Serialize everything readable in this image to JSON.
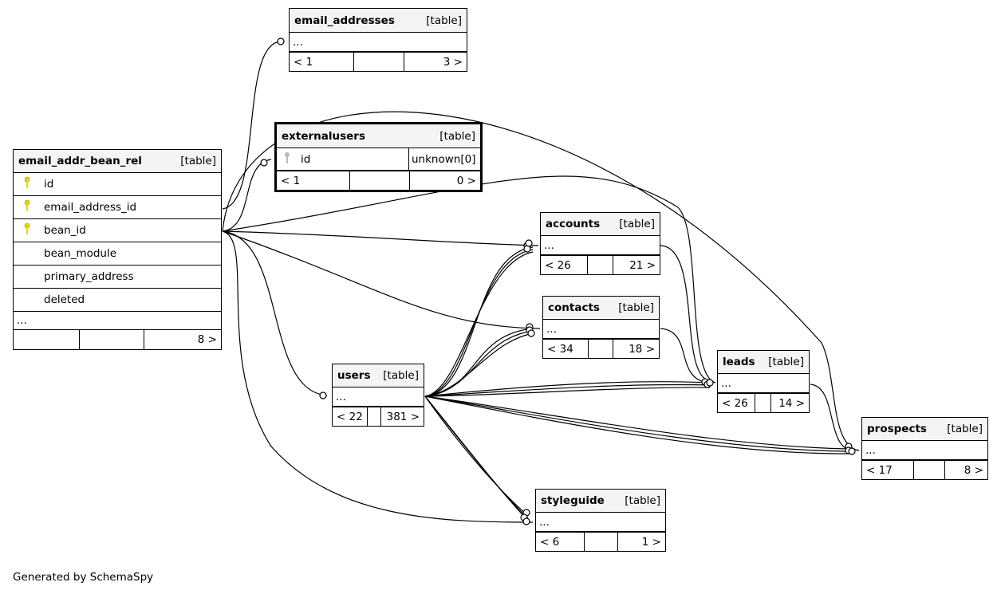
{
  "tables": {
    "email_addresses": {
      "name": "email_addresses",
      "type": "[table]",
      "more": "...",
      "parents": "< 1",
      "children": "3 >"
    },
    "externalusers": {
      "name": "externalusers",
      "type": "[table]",
      "col": "id",
      "coltype": "unknown[0]",
      "parents": "< 1",
      "children": "0 >"
    },
    "email_addr_bean_rel": {
      "name": "email_addr_bean_rel",
      "type": "[table]",
      "columns": [
        "id",
        "email_address_id",
        "bean_id",
        "bean_module",
        "primary_address",
        "deleted"
      ],
      "more": "...",
      "rows": "8 >"
    },
    "accounts": {
      "name": "accounts",
      "type": "[table]",
      "more": "...",
      "parents": "< 26",
      "children": "21 >"
    },
    "contacts": {
      "name": "contacts",
      "type": "[table]",
      "more": "...",
      "parents": "< 34",
      "children": "18 >"
    },
    "users": {
      "name": "users",
      "type": "[table]",
      "more": "...",
      "parents": "< 22",
      "children": "381 >"
    },
    "leads": {
      "name": "leads",
      "type": "[table]",
      "more": "...",
      "parents": "< 26",
      "children": "14 >"
    },
    "prospects": {
      "name": "prospects",
      "type": "[table]",
      "more": "...",
      "parents": "< 17",
      "children": "8 >"
    },
    "styleguide": {
      "name": "styleguide",
      "type": "[table]",
      "more": "...",
      "parents": "< 6",
      "children": "1 >"
    }
  },
  "caption": "Generated by SchemaSpy",
  "icons": {
    "key": "key-icon",
    "fk": "foreign-key-icon"
  },
  "colors": {
    "key": "#e8d800",
    "header_bg": "#f4f4f4"
  }
}
